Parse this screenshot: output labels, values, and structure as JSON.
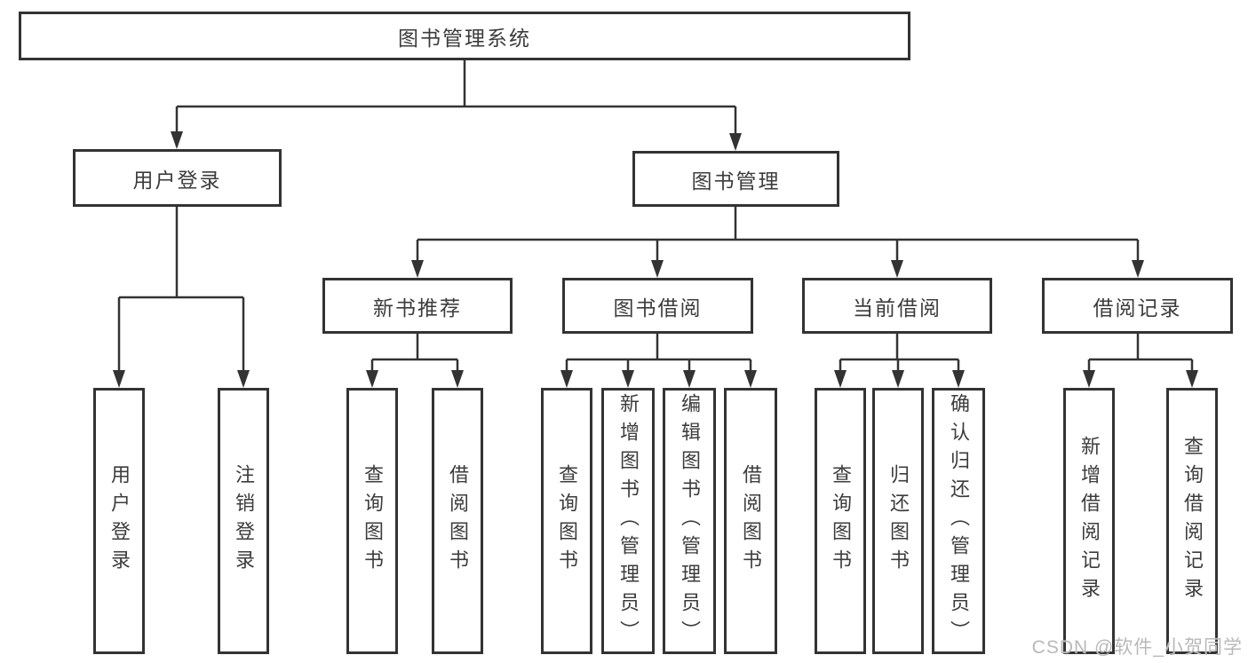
{
  "diagram": {
    "root": "图书管理系统",
    "login_branch": {
      "label": "用户登录",
      "children": [
        "用户登录",
        "注销登录"
      ]
    },
    "management_branch": {
      "label": "图书管理",
      "sections": [
        {
          "label": "新书推荐",
          "children": [
            "查询图书",
            "借阅图书"
          ]
        },
        {
          "label": "图书借阅",
          "children": [
            "查询图书",
            "新增图书（管理员）",
            "编辑图书（管理员）",
            "借阅图书"
          ]
        },
        {
          "label": "当前借阅",
          "children": [
            "查询图书",
            "归还图书",
            "确认归还（管理员）"
          ]
        },
        {
          "label": "借阅记录",
          "children": [
            "新增借阅记录",
            "查询借阅记录"
          ]
        }
      ]
    }
  },
  "watermark": "CSDN @软件_小贺同学",
  "colors": {
    "line": "#333333",
    "text": "#3c3c3c",
    "watermark": "#b9b9b9",
    "background": "#ffffff"
  }
}
